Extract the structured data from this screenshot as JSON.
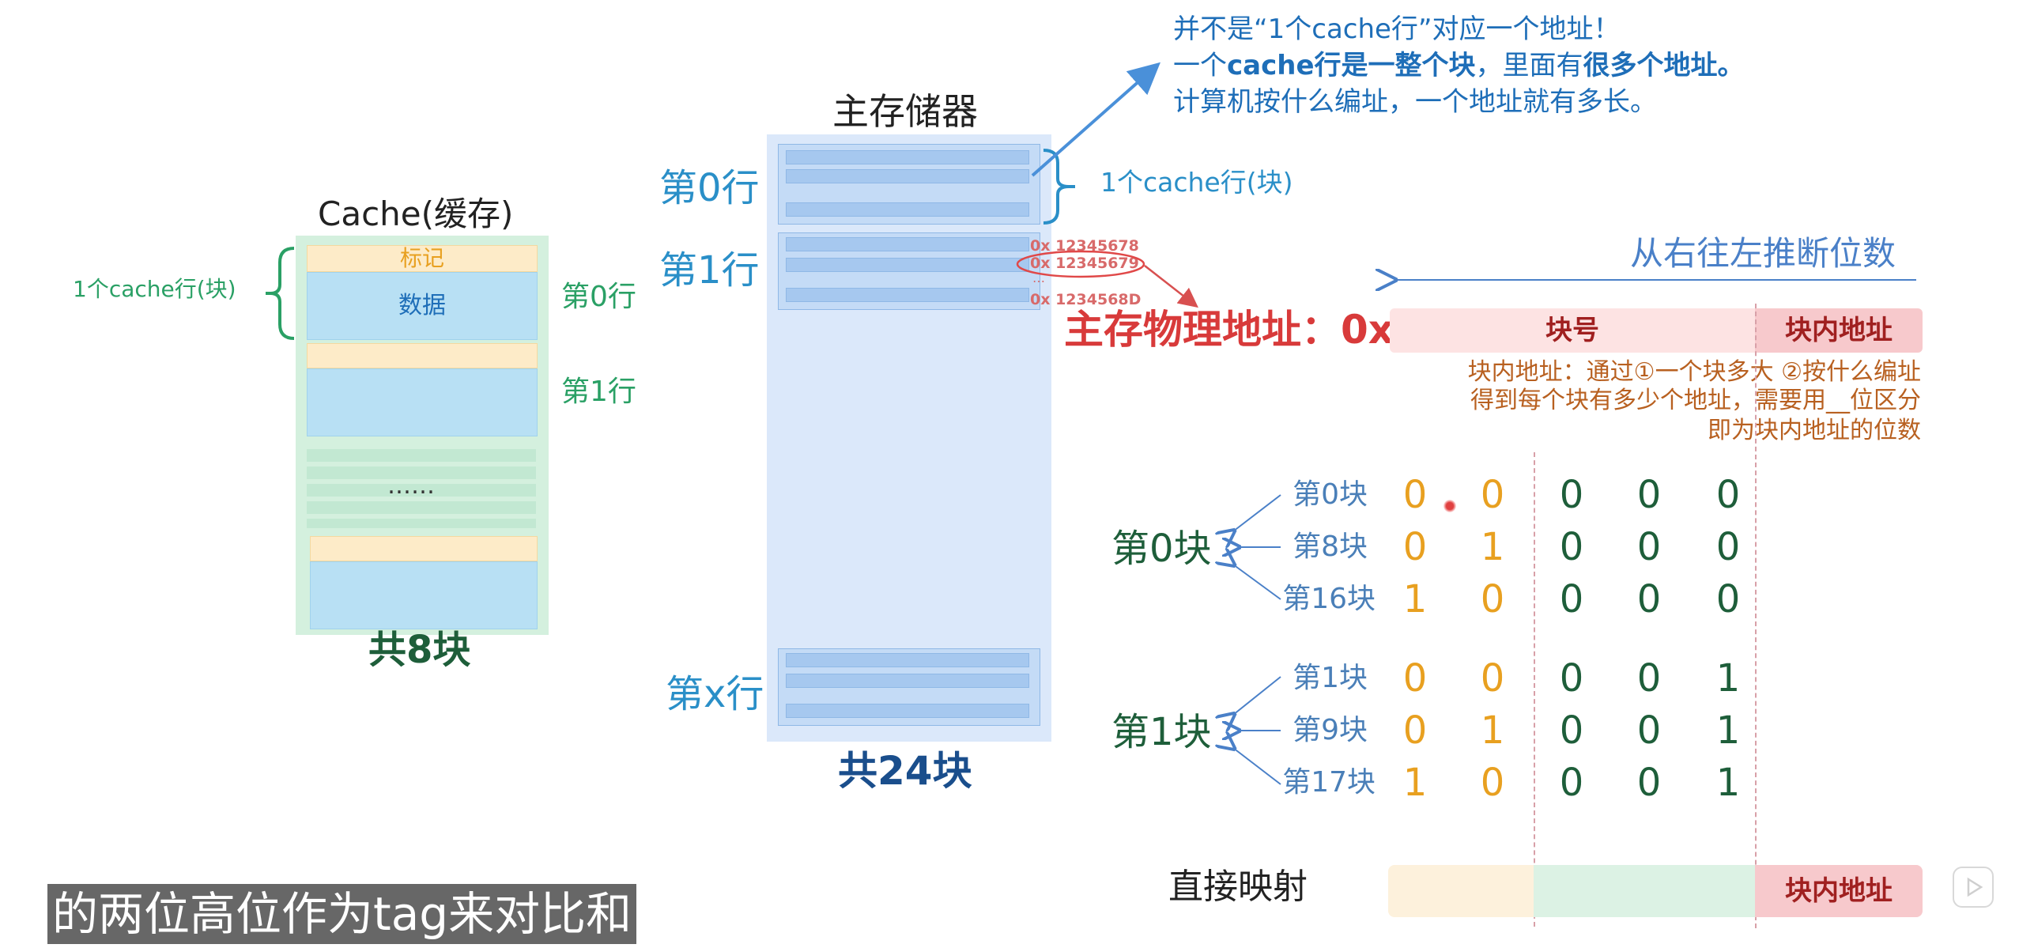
{
  "cache": {
    "title": "Cache(缓存)",
    "line_brace_label": "1个cache行(块)",
    "tag_label": "标记",
    "data_label": "数据",
    "row0_label": "第0行",
    "row1_label": "第1行",
    "ellipsis": "……",
    "total": "共8块"
  },
  "main_memory": {
    "title": "主存储器",
    "row0_label": "第0行",
    "row1_label": "第1行",
    "rowx_label": "第x行",
    "total": "共24块",
    "line_brace_label": "1个cache行(块)",
    "addresses": [
      "0x 12345678",
      "0x 12345679",
      "…",
      "0x 1234568D"
    ]
  },
  "note": {
    "line1": "并不是“1个cache行”对应一个地址！",
    "line2_a": "一个",
    "line2_b": "cache行是一整个块",
    "line2_c": "，里面有",
    "line2_d": "很多个地址。",
    "line3": "计算机按什么编址，一个地址就有多长。"
  },
  "address": {
    "arrow_label": "从右往左推断位数",
    "label": "主存物理地址：0x",
    "block_no": "块号",
    "offset": "块内地址",
    "explain1": "块内地址：通过①一个块多大 ②按什么编址",
    "explain2": "得到每个块有多少个地址，需要用__位区分",
    "explain3": "即为块内地址的位数"
  },
  "mapping": {
    "groups": [
      {
        "label": "第0块",
        "rows": [
          {
            "name": "第0块",
            "bits": [
              "0",
              "0",
              "0",
              "0",
              "0"
            ]
          },
          {
            "name": "第8块",
            "bits": [
              "0",
              "1",
              "0",
              "0",
              "0"
            ]
          },
          {
            "name": "第16块",
            "bits": [
              "1",
              "0",
              "0",
              "0",
              "0"
            ]
          }
        ]
      },
      {
        "label": "第1块",
        "rows": [
          {
            "name": "第1块",
            "bits": [
              "0",
              "0",
              "0",
              "0",
              "1"
            ]
          },
          {
            "name": "第9块",
            "bits": [
              "0",
              "1",
              "0",
              "0",
              "1"
            ]
          },
          {
            "name": "第17块",
            "bits": [
              "1",
              "0",
              "0",
              "0",
              "1"
            ]
          }
        ]
      }
    ],
    "direct_label": "直接映射",
    "direct_offset": "块内地址"
  },
  "subtitle": "的两位高位作为tag来对比和",
  "colors": {
    "tag_bits": "#e8a020",
    "index_bits": "#1e5e3a",
    "address_red": "#d83a3a",
    "offset_bar": "#f7c9cc",
    "blockno_bar": "#fde3e3",
    "cache_green": "#d4f0de",
    "main_blue": "#dbe8fa"
  }
}
